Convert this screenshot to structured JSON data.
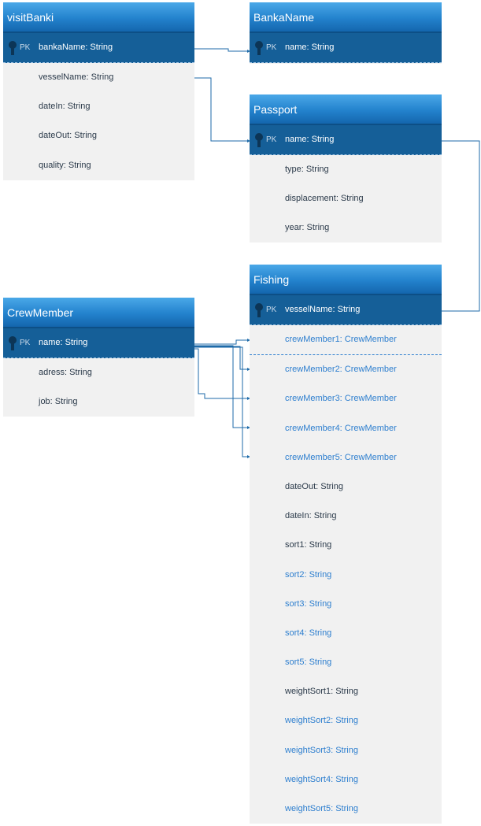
{
  "entities": {
    "visitBanki": {
      "title": "visitBanki",
      "pk": {
        "badge": "PK",
        "label": "bankaName: String"
      },
      "fields": [
        "vesselName: String",
        "dateIn: String",
        "dateOut: String",
        "quality: String"
      ]
    },
    "bankaName": {
      "title": "BankaName",
      "pk": {
        "badge": "PK",
        "label": "name: String"
      }
    },
    "passport": {
      "title": "Passport",
      "pk": {
        "badge": "PK",
        "label": "name: String"
      },
      "fields": [
        "type: String",
        "displacement: String",
        "year: String"
      ]
    },
    "crewMember": {
      "title": "CrewMember",
      "pk": {
        "badge": "PK",
        "label": "name: String"
      },
      "fields": [
        "adress: String",
        "job: String"
      ]
    },
    "fishing": {
      "title": "Fishing",
      "pk": {
        "badge": "PK",
        "label": "vesselName: String"
      },
      "fields": [
        "crewMember1: CrewMember",
        "crewMember2: CrewMember",
        "crewMember3: CrewMember",
        "crewMember4: CrewMember",
        "crewMember5: CrewMember",
        "dateOut: String",
        "dateIn: String",
        "sort1: String",
        "sort2: String",
        "sort3: String",
        "sort4: String",
        "sort5: String",
        "weightSort1: String",
        "weightSort2: String",
        "weightSort3: String",
        "weightSort4: String",
        "weightSort5: String"
      ]
    }
  },
  "colors": {
    "header": "#2382cd",
    "pk_row": "#155f98",
    "body": "#f1f1f1",
    "connector": "#1d6aa8",
    "fk_text": "#2e7fcf"
  }
}
